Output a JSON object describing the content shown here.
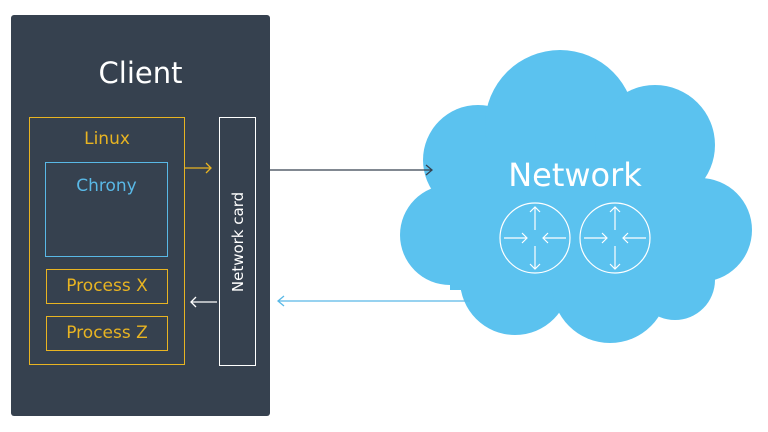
{
  "client": {
    "title": "Client",
    "os_label": "Linux",
    "chrony_label": "Chrony",
    "processes": [
      "Process X",
      "Process Z"
    ],
    "network_card_label": "Network card"
  },
  "network": {
    "label": "Network",
    "router_icons": [
      "router-icon",
      "router-icon"
    ]
  },
  "colors": {
    "panel": "#36414f",
    "accent_yellow": "#e8b422",
    "accent_blue": "#59b8e6",
    "cloud": "#5bc2ef",
    "arrow_out": "#36414f",
    "arrow_in": "#59b8e6"
  }
}
